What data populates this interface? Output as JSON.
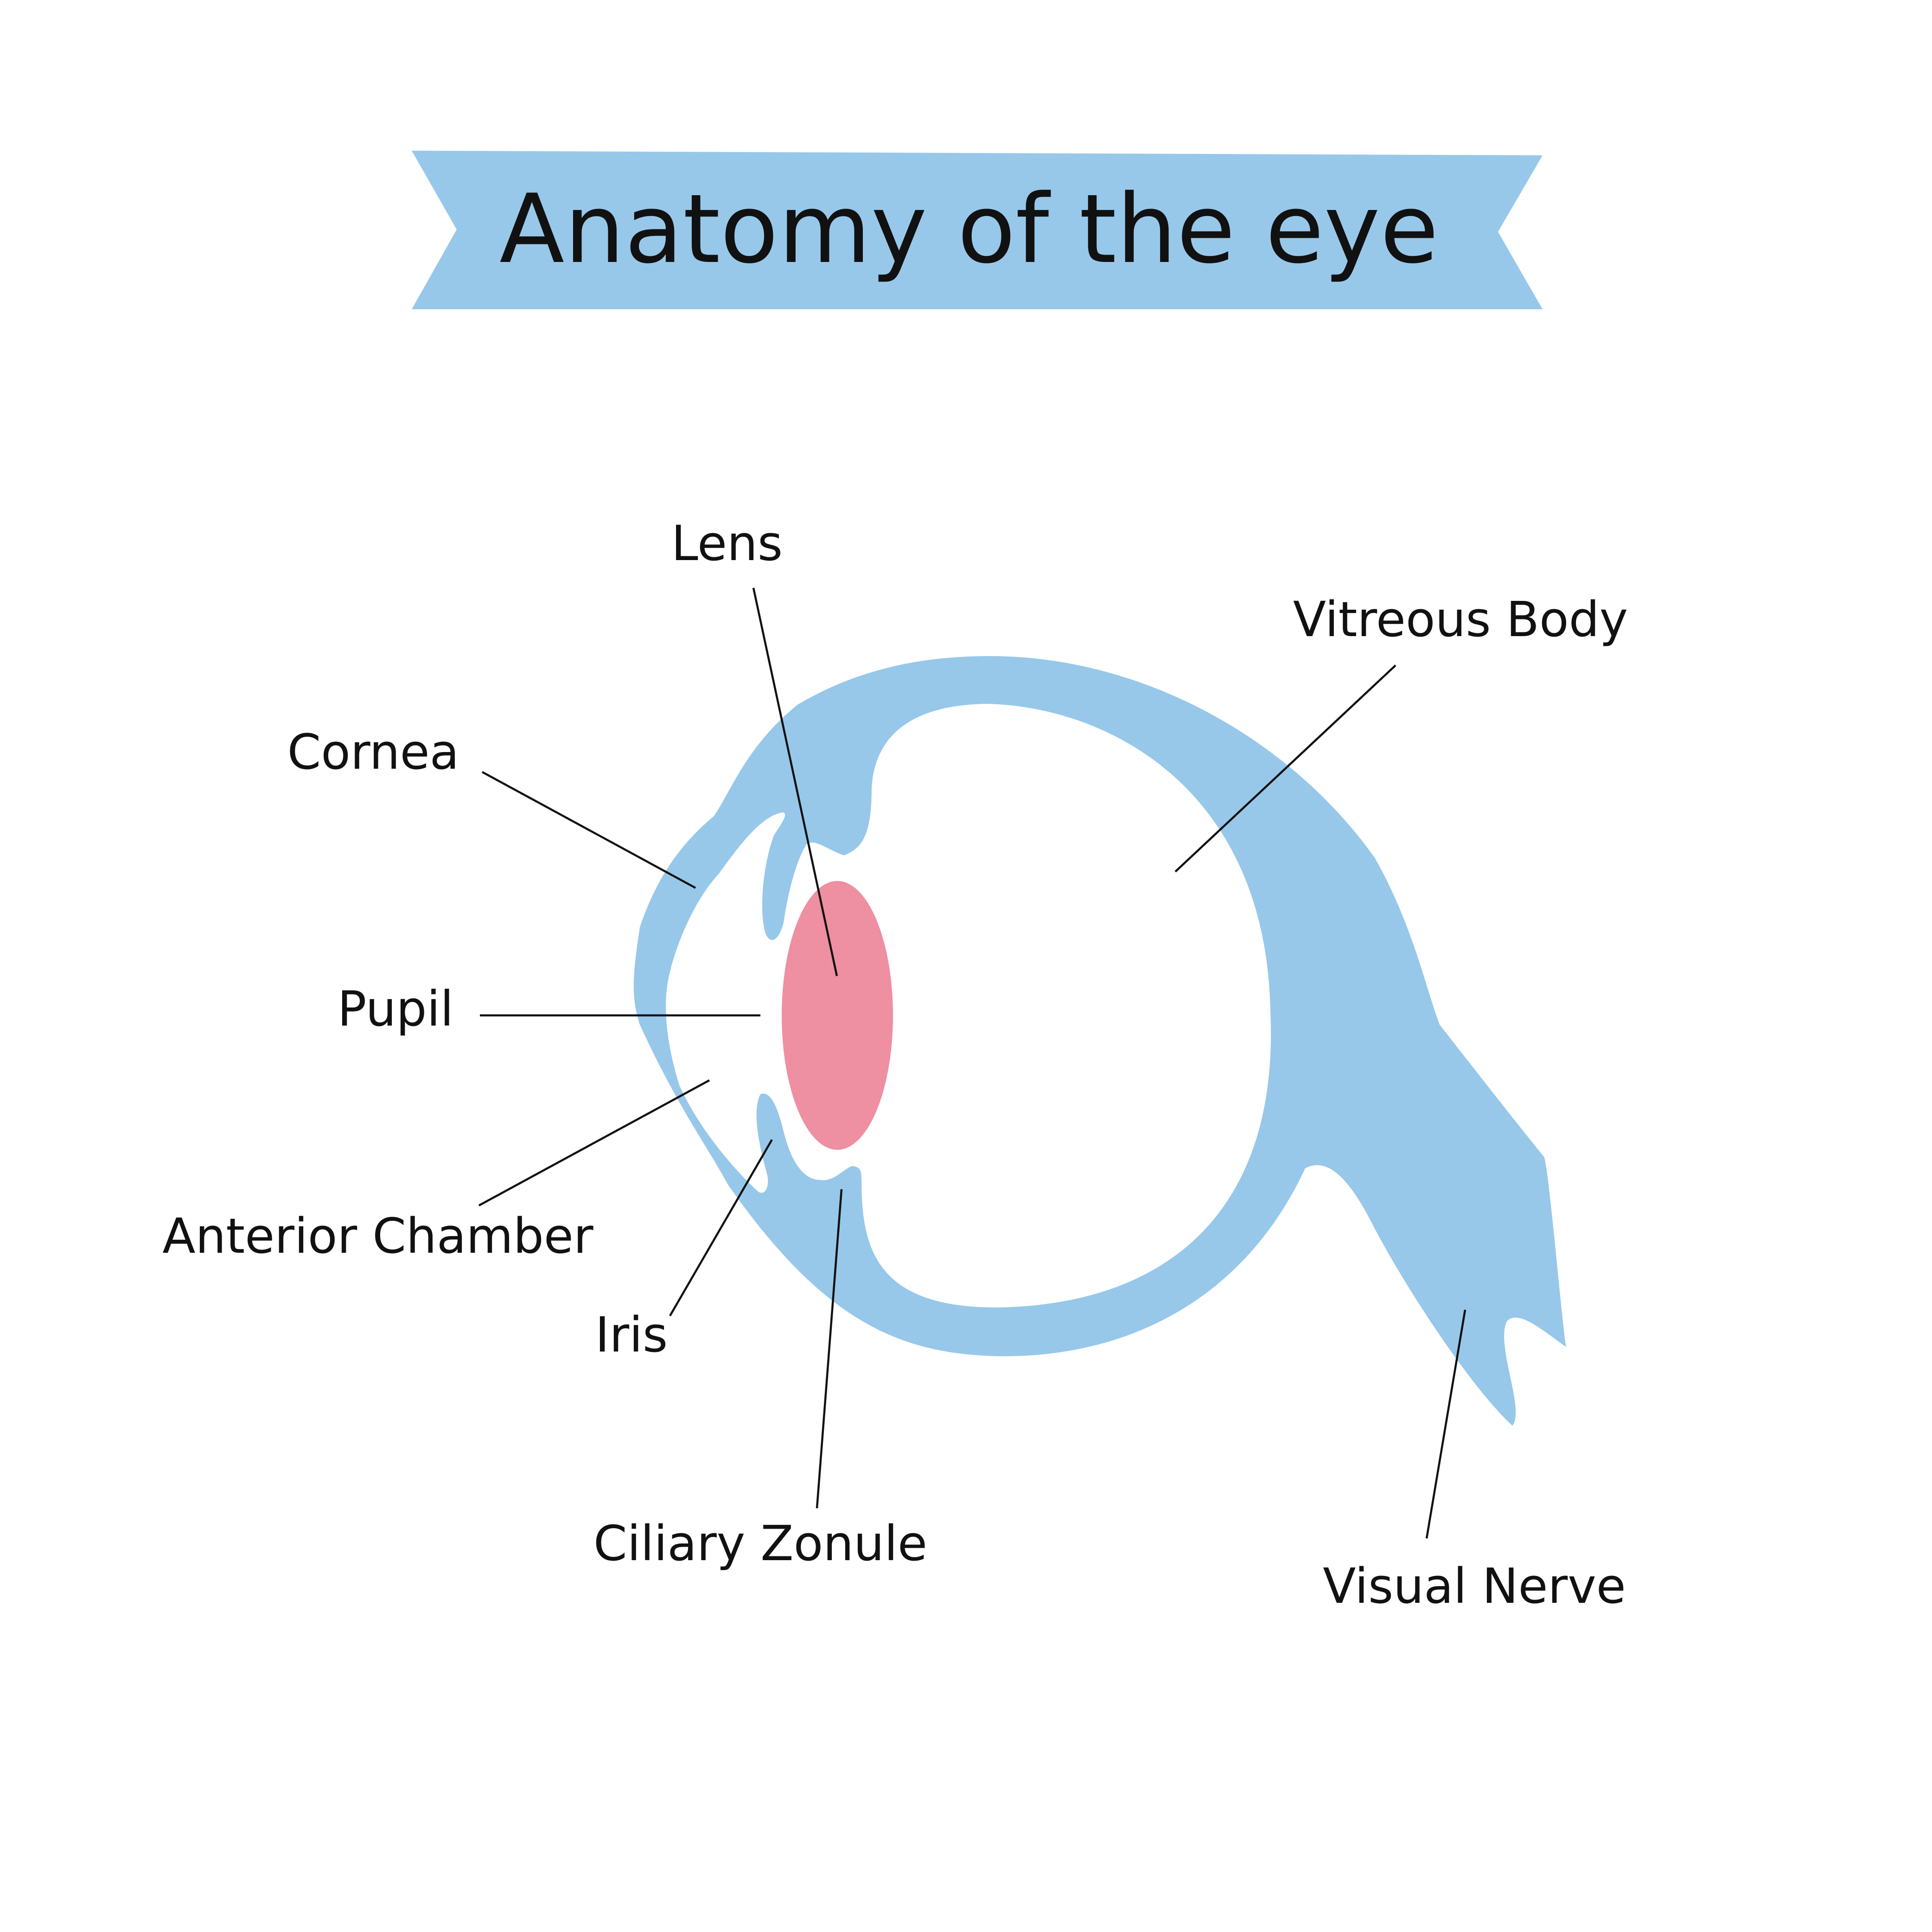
{
  "title": "Anatomy of the eye",
  "colors": {
    "banner": "#97c8ea",
    "sclera": "#97c8ea",
    "lens": "#ee8fa2",
    "text": "#111111",
    "background": "#ffffff"
  },
  "labels": {
    "lens": "Lens",
    "vitreous_body": "Vitreous Body",
    "cornea": "Cornea",
    "pupil": "Pupil",
    "anterior_chamber": "Anterior Chamber",
    "iris": "Iris",
    "ciliary_zonule": "Ciliary Zonule",
    "visual_nerve": "Visual Nerve"
  }
}
